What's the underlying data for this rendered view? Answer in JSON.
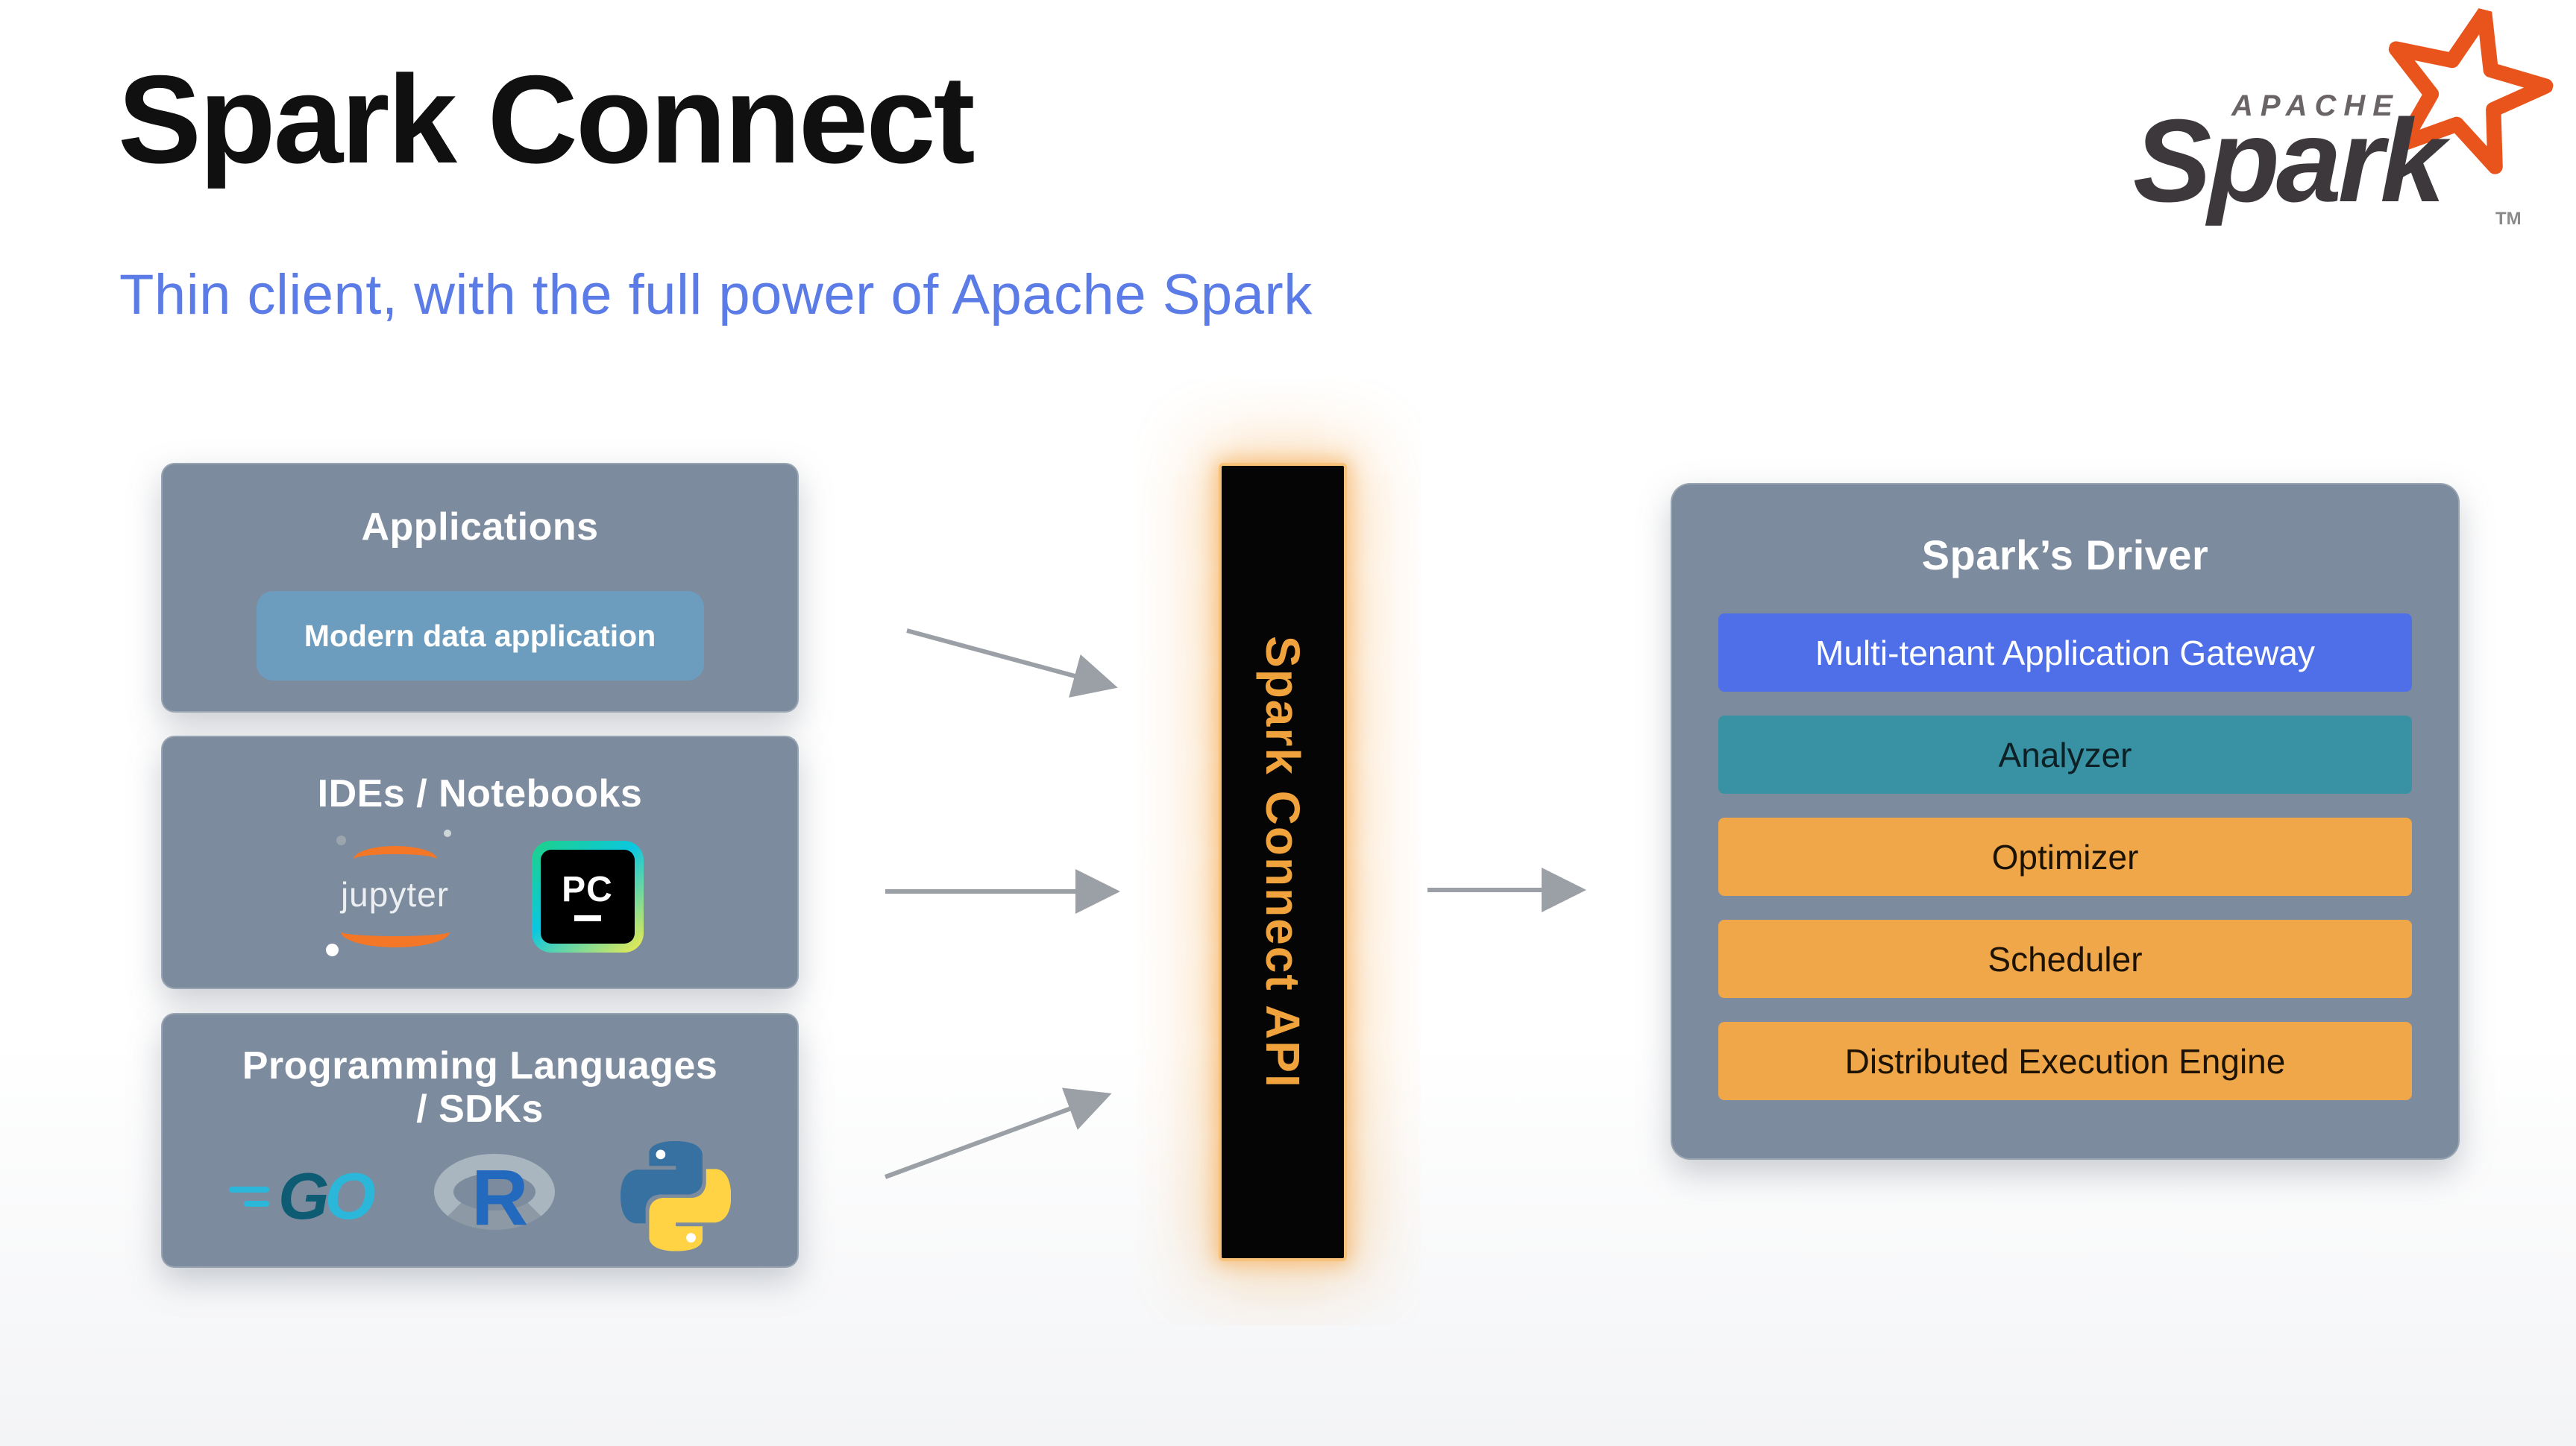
{
  "slide": {
    "title": "Spark Connect",
    "subtitle": "Thin client, with the full power of Apache Spark"
  },
  "spark_logo": {
    "apache": "APACHE",
    "wordmark": "Spark",
    "trademark": "TM"
  },
  "sources": {
    "applications": {
      "title": "Applications",
      "chip": "Modern data application"
    },
    "ides": {
      "title": "IDEs / Notebooks",
      "jupyter_label": "jupyter",
      "pycharm_label": "PC"
    },
    "languages": {
      "title": "Programming Languages / SDKs",
      "go_g": "G",
      "go_o": "O",
      "r_label": "R"
    }
  },
  "connector": {
    "label": "Spark Connect API"
  },
  "driver": {
    "title": "Spark’s Driver",
    "rows": [
      {
        "label": "Multi-tenant Application Gateway"
      },
      {
        "label": "Analyzer"
      },
      {
        "label": "Optimizer"
      },
      {
        "label": "Scheduler"
      },
      {
        "label": "Distributed Execution Engine"
      }
    ]
  },
  "colors": {
    "subtitle_blue": "#5b7ce6",
    "panel_slate": "#7c8b9d",
    "chip_blue": "#6d9dbe",
    "gateway_blue": "#4f6fe8",
    "analyzer_teal": "#3992a3",
    "scheduler_orange": "#f0a74a",
    "connector_black": "#050505",
    "connector_text_orange": "#f0a23c",
    "spark_logo_orange": "#e8541c",
    "spark_logo_gray": "#3d383c",
    "jupyter_orange": "#f37726",
    "arrow_gray": "#9aa0a6"
  }
}
